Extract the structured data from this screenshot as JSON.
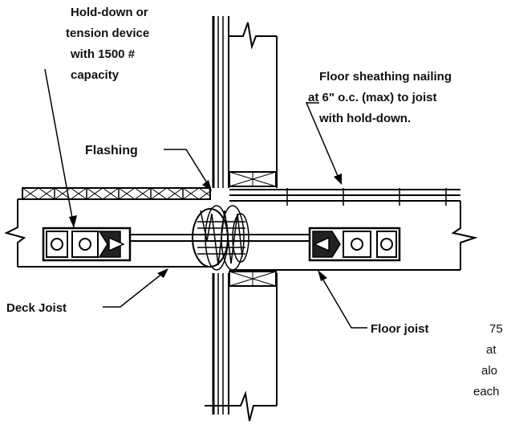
{
  "labels": {
    "holddown": [
      "Hold-down or",
      "tension device",
      "with 1500 #",
      "capacity"
    ],
    "sheathing": [
      "Floor sheathing nailing",
      "at 6\" o.c. (max) to joist",
      "with hold-down."
    ],
    "flashing": "Flashing",
    "deck_joist": "Deck Joist",
    "floor_joist": "Floor joist",
    "cut_text": [
      "75",
      "at",
      "alo",
      "each"
    ]
  },
  "colors": {
    "ink": "#000000",
    "paper": "#ffffff"
  }
}
